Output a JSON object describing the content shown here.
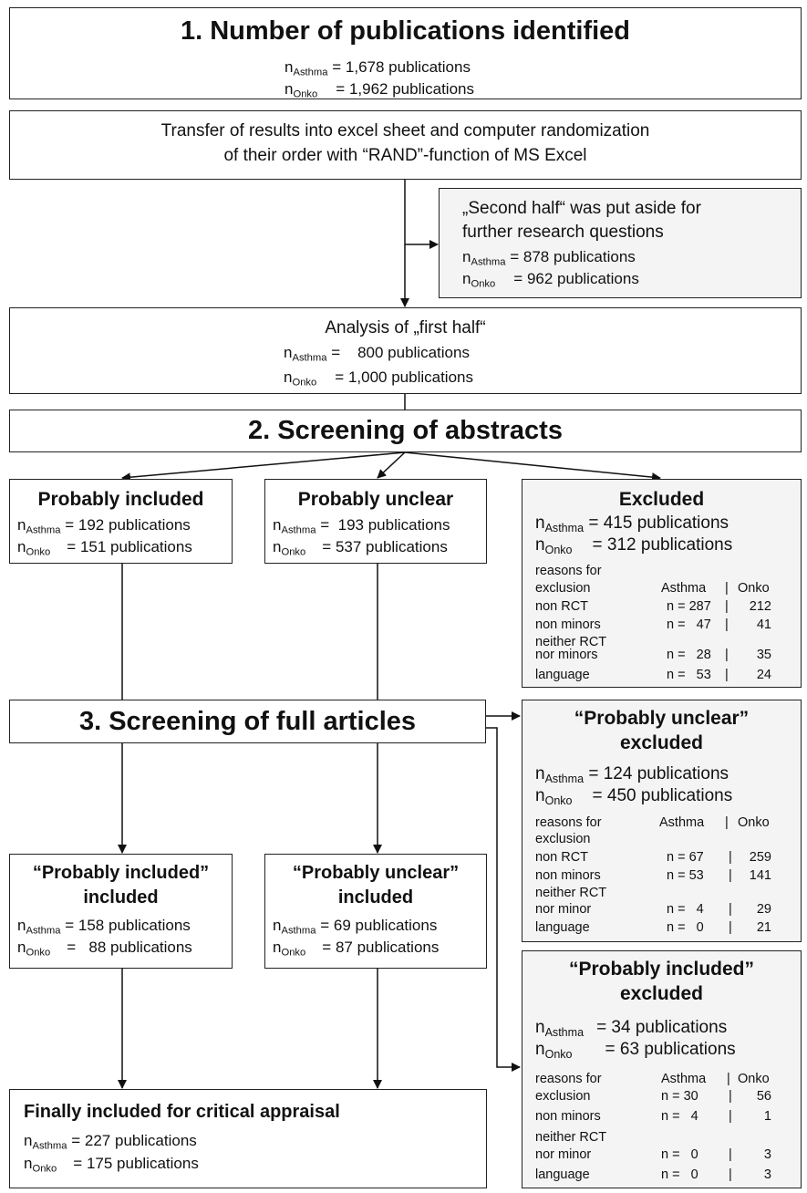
{
  "box1": {
    "title": "1. Number of publications identified",
    "rows": [
      {
        "n": "n",
        "sub": "Asthma",
        "val": "= 1,678 publications"
      },
      {
        "n": "n",
        "sub": "Onko",
        "val": "= 1,962 publications"
      }
    ]
  },
  "transfer": {
    "line1": "Transfer of results into excel sheet and computer randomization",
    "line2": "of their order with “RAND”-function of MS Excel"
  },
  "second_half": {
    "line1": "„Second half“ was put aside for",
    "line2": "further research questions",
    "rows": [
      {
        "n": "n",
        "sub": "Asthma",
        "val": "= 878 publications"
      },
      {
        "n": "n",
        "sub": "Onko",
        "val": "= 962 publications"
      }
    ]
  },
  "first_half": {
    "title": "Analysis of „first half“",
    "rows": [
      {
        "n": "n",
        "sub": "Asthma",
        "val": "=    800 publications"
      },
      {
        "n": "n",
        "sub": "Onko",
        "val": "= 1,000 publications"
      }
    ]
  },
  "box2": {
    "title": "2. Screening of abstracts"
  },
  "prob_incl": {
    "title": "Probably included",
    "rows": [
      {
        "n": "n",
        "sub": "Asthma",
        "val": "= 192 publications"
      },
      {
        "n": "n",
        "sub": "Onko",
        "val": "= 151 publications"
      }
    ]
  },
  "prob_unclear": {
    "title": "Probably unclear",
    "rows": [
      {
        "n": "n",
        "sub": "Asthma",
        "val": "=  193 publications"
      },
      {
        "n": "n",
        "sub": "Onko",
        "val": "= 537 publications"
      }
    ]
  },
  "excluded": {
    "title": "Excluded",
    "rows": [
      {
        "n": "n",
        "sub": "Asthma",
        "val": "= 415 publications"
      },
      {
        "n": "n",
        "sub": "Onko",
        "val": "= 312 publications"
      }
    ],
    "header": [
      "reasons for",
      "exclusion",
      "Asthma",
      "|",
      "Onko"
    ],
    "reasons": [
      {
        "label": "non RCT",
        "asthma": "n = 287",
        "sep": "|",
        "onko": "212"
      },
      {
        "label": "non minors",
        "asthma": "n =   47",
        "sep": "|",
        "onko": "41"
      },
      {
        "label": "neither RCT",
        "label2": "nor minors",
        "asthma": "n =   28",
        "sep": "|",
        "onko": "35"
      },
      {
        "label": "language",
        "asthma": "n =   53",
        "sep": "|",
        "onko": "24"
      }
    ]
  },
  "box3": {
    "title": "3. Screening of full articles"
  },
  "unclear_excluded": {
    "title1": "“Probably unclear”",
    "title2": "excluded",
    "rows": [
      {
        "n": "n",
        "sub": "Asthma",
        "val": "= 124 publications"
      },
      {
        "n": "n",
        "sub": "Onko",
        "val": "= 450 publications"
      }
    ],
    "header": [
      "reasons for",
      "exclusion",
      "Asthma",
      "|",
      "Onko"
    ],
    "reasons": [
      {
        "label": "non RCT",
        "asthma": "n = 67",
        "sep": "|",
        "onko": "259"
      },
      {
        "label": "non minors",
        "asthma": "n = 53",
        "sep": "|",
        "onko": "141"
      },
      {
        "label": "neither RCT",
        "label2": "nor minor",
        "asthma": "n =   4",
        "sep": "|",
        "onko": "29"
      },
      {
        "label": "language",
        "asthma": "n =   0",
        "sep": "|",
        "onko": "21"
      }
    ]
  },
  "incl_included": {
    "title1": "“Probably included”",
    "title2": "included",
    "rows": [
      {
        "n": "n",
        "sub": "Asthma",
        "val": "= 158 publications"
      },
      {
        "n": "n",
        "sub": "Onko",
        "val": "=   88 publications"
      }
    ]
  },
  "unclear_included": {
    "title1": "“Probably unclear”",
    "title2": "included",
    "rows": [
      {
        "n": "n",
        "sub": "Asthma",
        "val": "= 69 publications"
      },
      {
        "n": "n",
        "sub": "Onko",
        "val": "= 87 publications"
      }
    ]
  },
  "incl_excluded": {
    "title1": "“Probably included”",
    "title2": "excluded",
    "rows": [
      {
        "n": "n",
        "sub": "Asthma",
        "val": "= 34 publications"
      },
      {
        "n": "n",
        "sub": "Onko",
        "val": "= 63 publications"
      }
    ],
    "header": [
      "reasons for",
      "exclusion",
      "Asthma",
      "|",
      "Onko"
    ],
    "reasons": [
      {
        "label": "exclusion",
        "asthma": "n = 30",
        "sep": "|",
        "onko": "56"
      },
      {
        "label": "non minors",
        "asthma": "n =   4",
        "sep": "|",
        "onko": "1"
      },
      {
        "label": "neither RCT",
        "label2": "nor minor",
        "asthma": "n =   0",
        "sep": "|",
        "onko": "3"
      },
      {
        "label": "language",
        "asthma": "n =   0",
        "sep": "|",
        "onko": "3"
      }
    ]
  },
  "final": {
    "title": "Finally included for critical appraisal",
    "rows": [
      {
        "n": "n",
        "sub": "Asthma",
        "val": "= 227 publications"
      },
      {
        "n": "n",
        "sub": "Onko",
        "val": "= 175 publications"
      }
    ]
  }
}
